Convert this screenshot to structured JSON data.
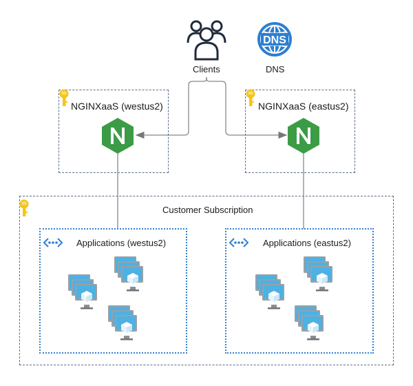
{
  "diagram": {
    "clients": {
      "label": "Clients",
      "icon": "users-icon"
    },
    "dns": {
      "label": "DNS",
      "icon_text": "DNS",
      "icon": "dns-globe-icon"
    },
    "nginx_west": {
      "title": "NGINXaaS (westus2)",
      "icon": "nginx-icon",
      "icon_letter": "N"
    },
    "nginx_east": {
      "title": "NGINXaaS (eastus2)",
      "icon": "nginx-icon",
      "icon_letter": "N"
    },
    "subscription": {
      "title": "Customer Subscription",
      "icon": "key-icon"
    },
    "apps_west": {
      "title": "Applications (westus2)",
      "icon": "virtual-network-icon",
      "vm_groups": 3
    },
    "apps_east": {
      "title": "Applications (eastus2)",
      "icon": "virtual-network-icon",
      "vm_groups": 3
    },
    "connections": [
      {
        "from": "Clients",
        "to": "NGINXaaS (westus2)"
      },
      {
        "from": "Clients",
        "to": "NGINXaaS (eastus2)"
      },
      {
        "from": "NGINXaaS (westus2)",
        "to": "Applications (westus2)"
      },
      {
        "from": "NGINXaaS (eastus2)",
        "to": "Applications (eastus2)"
      }
    ],
    "colors": {
      "nginx_green": "#3c9b45",
      "key_yellow": "#f5c518",
      "dns_blue": "#2d7fd1",
      "vm_blue": "#4db1e3",
      "dashed_border": "#5a6b85",
      "dotted_border": "#2f7fd1"
    }
  }
}
